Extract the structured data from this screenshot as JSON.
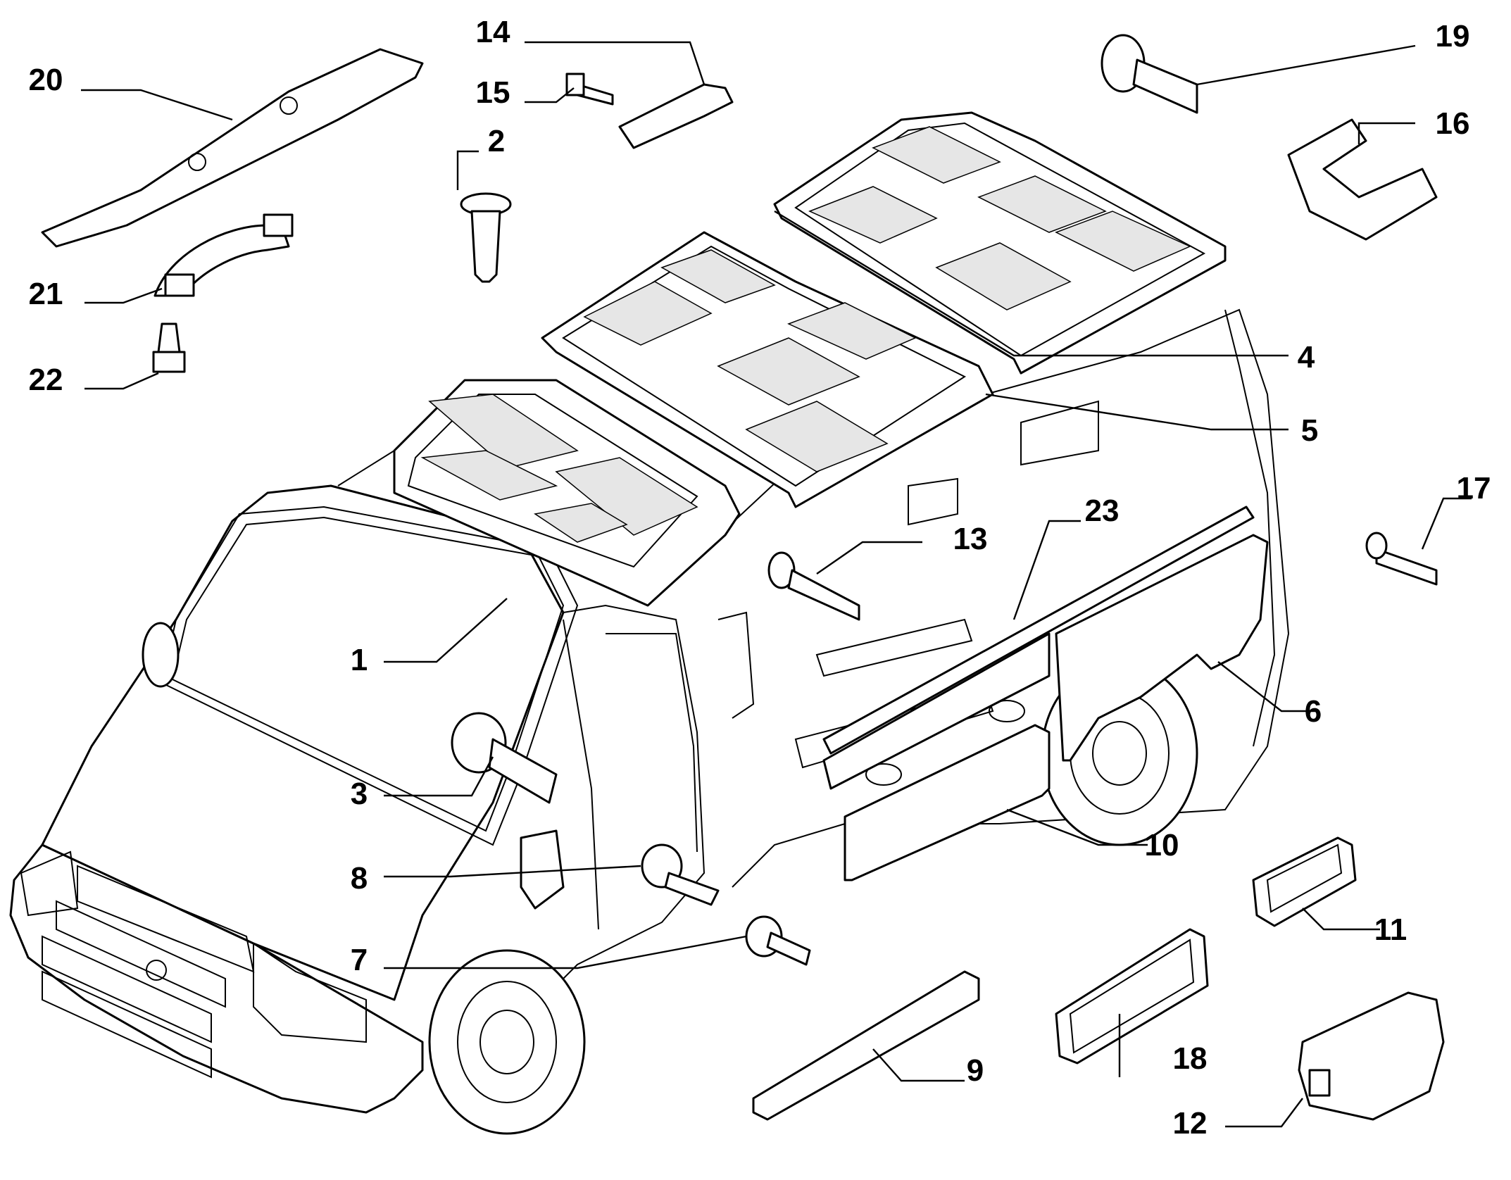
{
  "diagram": {
    "callouts": [
      "1",
      "2",
      "3",
      "4",
      "5",
      "6",
      "7",
      "8",
      "9",
      "10",
      "11",
      "12",
      "13",
      "14",
      "15",
      "16",
      "17",
      "18",
      "19",
      "20",
      "21",
      "22",
      "23"
    ]
  }
}
